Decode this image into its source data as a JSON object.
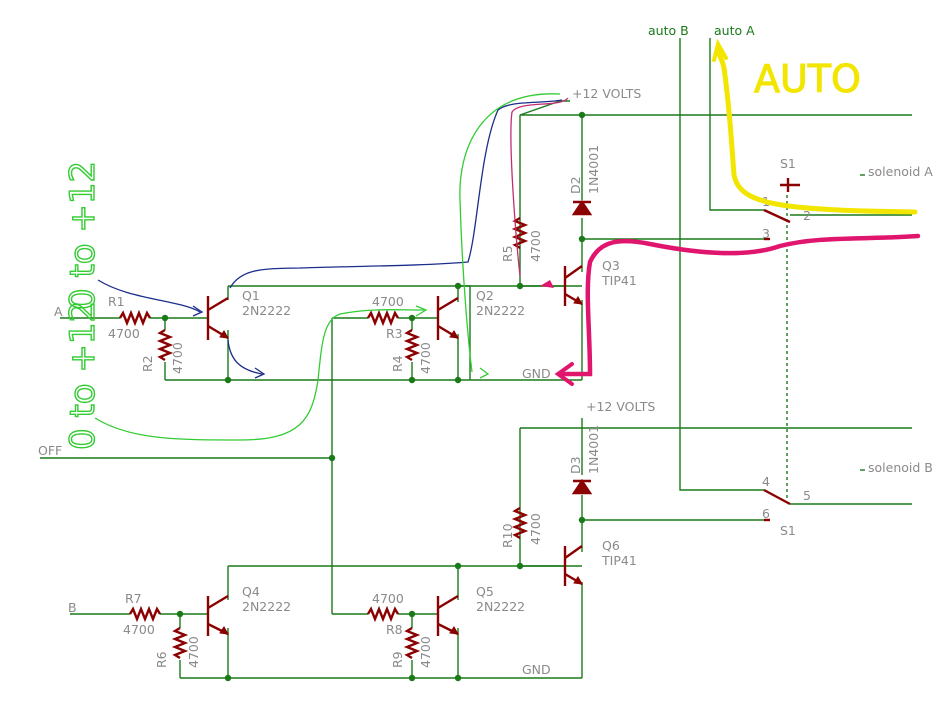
{
  "nets": {
    "auto_b": "auto B",
    "auto_a": "auto A",
    "v12_top": "+12 VOLTS",
    "v12_bottom": "+12 VOLTS",
    "solenoid_a": "solenoid A",
    "solenoid_b": "solenoid B",
    "input_a": "A",
    "input_b": "B",
    "input_off": "OFF",
    "gnd_top": "GND",
    "gnd_bottom": "GND"
  },
  "components": {
    "r1": {
      "name": "R1",
      "value": "4700"
    },
    "r2": {
      "name": "R2",
      "value": "4700"
    },
    "r3": {
      "name": "R3",
      "value": "4700"
    },
    "r4": {
      "name": "R4",
      "value": "4700"
    },
    "r5": {
      "name": "R5",
      "value": "4700"
    },
    "r6": {
      "name": "R6",
      "value": "4700"
    },
    "r7": {
      "name": "R7",
      "value": "4700"
    },
    "r8": {
      "name": "R8",
      "value": "4700"
    },
    "r9": {
      "name": "R9",
      "value": "4700"
    },
    "r10": {
      "name": "R10",
      "value": "4700"
    },
    "q1": {
      "name": "Q1",
      "value": "2N2222"
    },
    "q2": {
      "name": "Q2",
      "value": "2N2222"
    },
    "q3": {
      "name": "Q3",
      "value": "TIP41"
    },
    "q4": {
      "name": "Q4",
      "value": "2N2222"
    },
    "q5": {
      "name": "Q5",
      "value": "2N2222"
    },
    "q6": {
      "name": "Q6",
      "value": "TIP41"
    },
    "d2": {
      "name": "D2",
      "value": "1N4001"
    },
    "d3": {
      "name": "D3",
      "value": "1N4001"
    },
    "s1_top": {
      "name": "S1",
      "pins": [
        "1",
        "2",
        "3"
      ]
    },
    "s1_bottom": {
      "name": "S1",
      "pins": [
        "4",
        "5",
        "6"
      ]
    }
  },
  "annotations": {
    "auto": "AUTO",
    "zero_to_12_top": "0 to +12",
    "zero_to_12_bottom": "0 to +12"
  },
  "colors": {
    "wire": "#1a7a1a",
    "component": "#8b0000",
    "label": "#8a8a8a",
    "annotation_yellow": "#f2e600",
    "annotation_magenta": "#e0156e",
    "annotation_blue": "#1c2e8c",
    "annotation_green": "#33cc33",
    "annotation_pink": "#c0306e"
  }
}
